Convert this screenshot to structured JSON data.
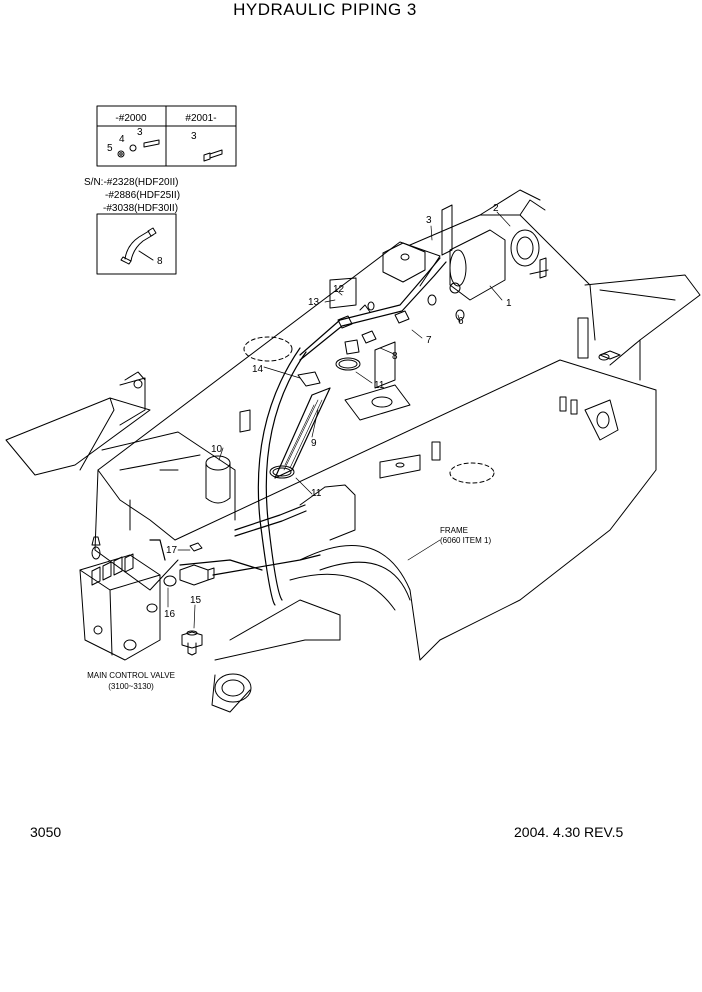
{
  "title": "HYDRAULIC PIPING 3",
  "page_number": "3050",
  "revision": "2004. 4.30 REV.5",
  "variant_table": {
    "col1_header": "-#2000",
    "col2_header": "#2001-",
    "col1_labels": [
      "5",
      "4",
      "3"
    ],
    "col2_labels": [
      "3"
    ]
  },
  "serial_note": [
    "S/N:-#2328(HDF20II)",
    "-#2886(HDF25II)",
    "-#3038(HDF30II)"
  ],
  "serial_part_label": "8",
  "callouts": {
    "c1": "1",
    "c2": "2",
    "c3": "3",
    "c6": "6",
    "c7": "7",
    "c8": "8",
    "c9": "9",
    "c10": "10",
    "c11a": "11",
    "c11b": "11",
    "c12": "12",
    "c13": "13",
    "c14": "14",
    "c15": "15",
    "c16": "16",
    "c17": "17"
  },
  "frame_note": [
    "FRAME",
    "(6060 ITEM 1)"
  ],
  "valve_note": [
    "MAIN CONTROL VALVE",
    "(3100~3130)"
  ]
}
